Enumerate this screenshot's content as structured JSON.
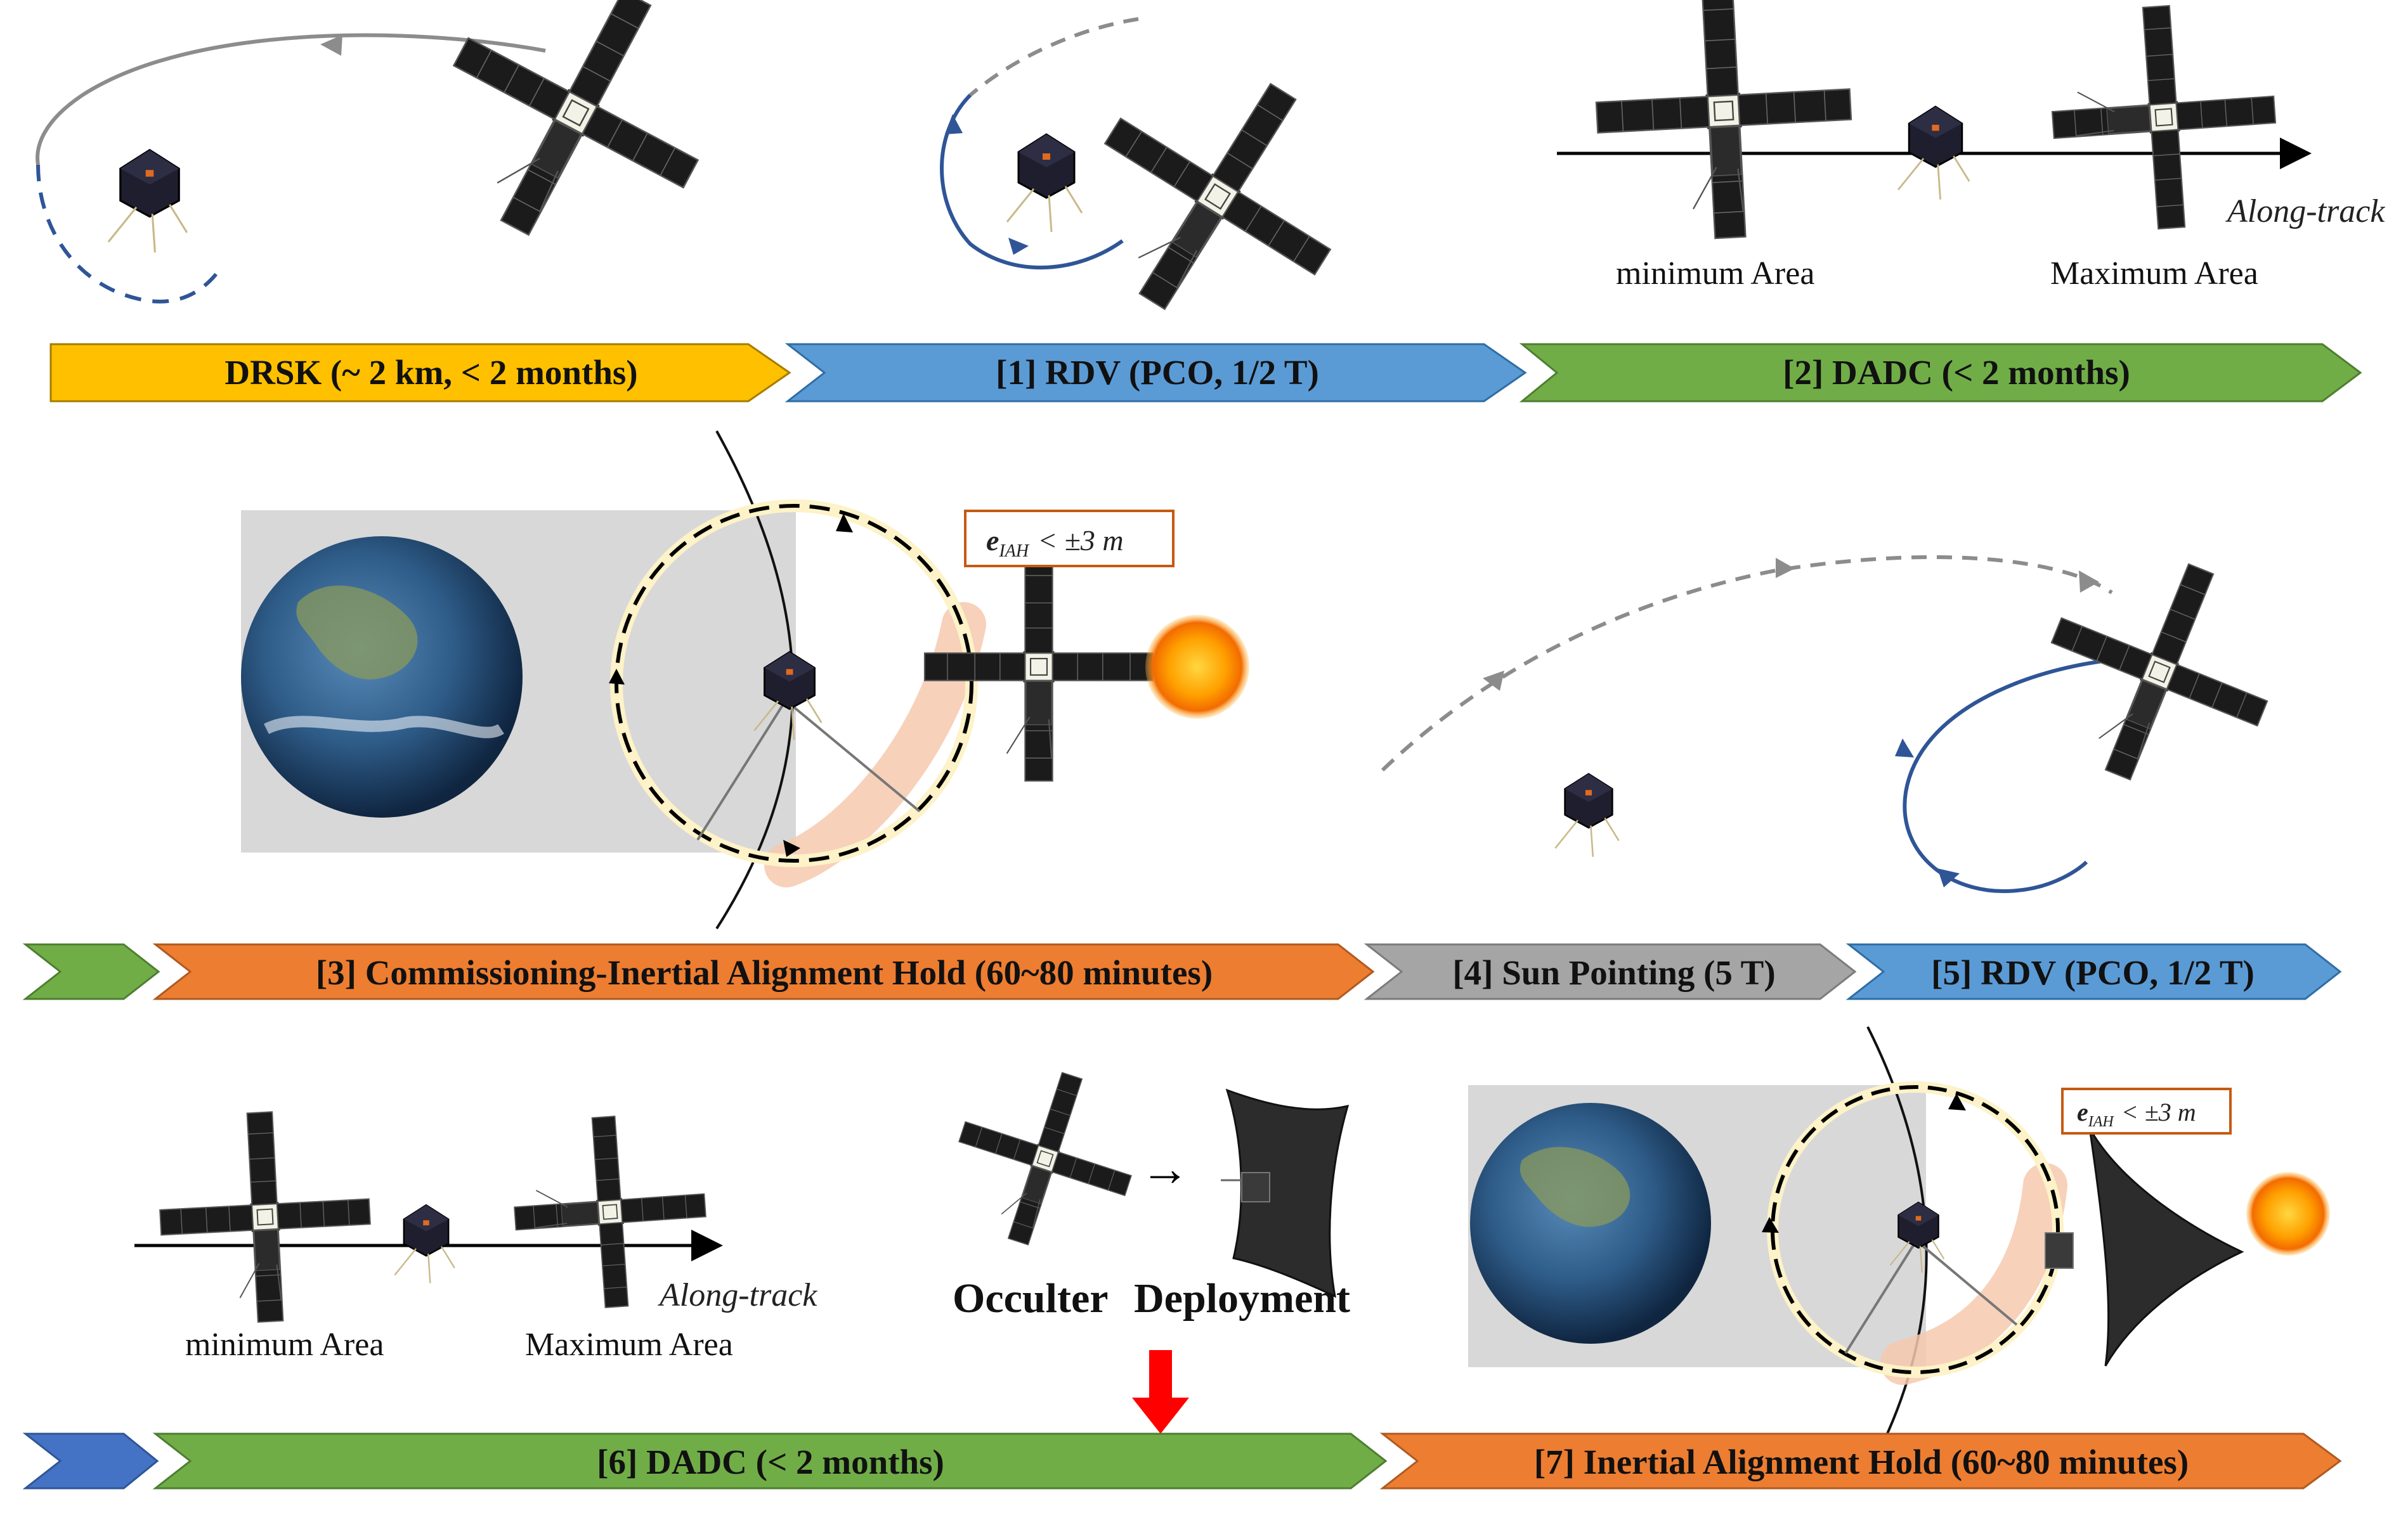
{
  "colors": {
    "yellow": "#FFC000",
    "blue": "#5B9BD5",
    "green": "#70AD47",
    "orange": "#ED7D31",
    "gray": "#A5A5A5",
    "dark_blue": "#4472C4",
    "path_blue": "#2F5597",
    "path_gray": "#8C8C8C",
    "red": "#FF0000"
  },
  "icons": [
    "large-satellite-icon",
    "small-satellite-icon",
    "earth-icon",
    "sun-icon",
    "occulter-sail-icon",
    "red-down-arrow-icon"
  ],
  "row1": {
    "phase0": "DRSK (~ 2 km, < 2 months)",
    "phase1": "[1] RDV (PCO, 1/2 T)",
    "phase2": "[2] DADC (< 2 months)",
    "along_track": "Along-track",
    "minimum_area": "minimum Area",
    "maximum_area": "Maximum Area"
  },
  "row2": {
    "phase3": "[3] Commissioning-Inertial Alignment Hold (60~80 minutes)",
    "phase4": "[4] Sun Pointing (5 T)",
    "phase5": "[5] RDV (PCO, 1/2 T)",
    "error_symbol": "e",
    "error_subscript": "IAH",
    "error_bound": "< ±3 m"
  },
  "row3": {
    "phase6": "[6] DADC (< 2 months)",
    "phase7": "[7] Inertial Alignment Hold (60~80 minutes)",
    "along_track": "Along-track",
    "minimum_area": "minimum Area",
    "maximum_area": "Maximum Area",
    "occulter_word": "Occulter",
    "deployment_word": "Deployment",
    "error_symbol": "e",
    "error_subscript": "IAH",
    "error_bound": "< ±3 m",
    "arrow_glyph": "→"
  }
}
